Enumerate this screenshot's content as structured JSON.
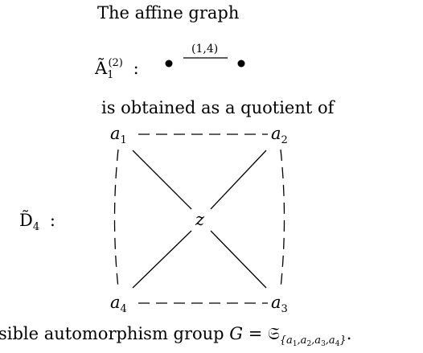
{
  "line1": "The affine graph",
  "a1_symbol": "Ã",
  "a1_sub": "1",
  "a1_sup": "(2)",
  "a1_colon": ":",
  "edge_label": "(1,4)",
  "line2": "is obtained as a quotient of",
  "d4_symbol": "D̃",
  "d4_sub": "4",
  "d4_colon": ":",
  "nodes": {
    "a1": {
      "base": "a",
      "sub": "1"
    },
    "a2": {
      "base": "a",
      "sub": "2"
    },
    "a3": {
      "base": "a",
      "sub": "3"
    },
    "a4": {
      "base": "a",
      "sub": "4"
    },
    "z": {
      "base": "z"
    }
  },
  "caption": {
    "text": "sible automorphism group ",
    "G": "G",
    "eq": " = ",
    "S": "𝔖",
    "set": "{a",
    "s1": "1",
    "c1": ",a",
    "s2": "2",
    "c2": ",a",
    "s3": "3",
    "c3": ",a",
    "s4": "4",
    "close": "}",
    "period": "."
  }
}
